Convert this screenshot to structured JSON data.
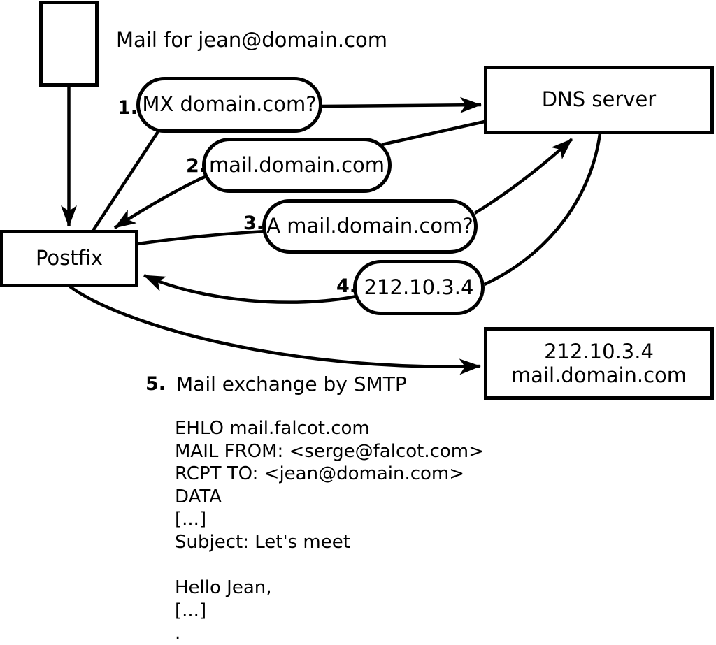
{
  "diagram": {
    "mail_note": "Mail for jean@domain.com",
    "nodes": {
      "postfix": "Postfix",
      "dns_server": "DNS server",
      "mail_server_line1": "212.10.3.4",
      "mail_server_line2": "mail.domain.com"
    },
    "steps": [
      {
        "num": "1.",
        "label": "MX domain.com?"
      },
      {
        "num": "2.",
        "label": "mail.domain.com"
      },
      {
        "num": "3.",
        "label": "A mail.domain.com?"
      },
      {
        "num": "4.",
        "label": "212.10.3.4"
      },
      {
        "num": "5.",
        "label": "Mail exchange by SMTP"
      }
    ],
    "smtp_session": "EHLO mail.falcot.com\nMAIL FROM: <serge@falcot.com>\nRCPT TO: <jean@domain.com>\nDATA\n[...]\nSubject: Let's meet\n\nHello Jean,\n[...]\n.",
    "colors": {
      "ink": "#000000",
      "background": "#ffffff"
    }
  }
}
